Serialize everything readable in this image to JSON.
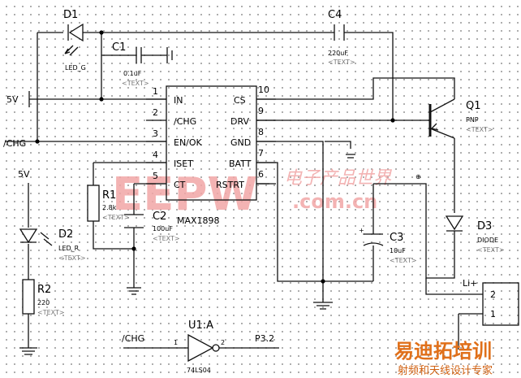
{
  "components": {
    "d1": {
      "ref": "D1",
      "value": "LED_G",
      "text": "<TEXT>"
    },
    "c4": {
      "ref": "C4",
      "value": "220uF",
      "text": "<TEXT>"
    },
    "c1": {
      "ref": "C1",
      "value": "0.1uF",
      "text": "<TEXT>"
    },
    "q1": {
      "ref": "Q1",
      "value": "PNP",
      "text": "<TEXT>"
    },
    "r1": {
      "ref": "R1",
      "value": "2.8k",
      "text": "<TEXT>"
    },
    "c2": {
      "ref": "C2",
      "value": "100uF",
      "text": "<TEXT>"
    },
    "d2": {
      "ref": "D2",
      "value": "LED_R",
      "text": "<TEXT>"
    },
    "r2": {
      "ref": "R2",
      "value": "220",
      "text": "<TEXT>"
    },
    "c3": {
      "ref": "C3",
      "value": "10uF",
      "text": "<TEXT>"
    },
    "d3": {
      "ref": "D3",
      "value": "DIODE",
      "text": "<TEXT>"
    },
    "u1a": {
      "ref": "U1:A",
      "value": "74LS04",
      "pin_in": "1",
      "pin_out": "2"
    },
    "ic": {
      "name": "MAX1898",
      "left_pins": [
        {
          "num": "1",
          "name": "IN"
        },
        {
          "num": "2",
          "name": "/CHG"
        },
        {
          "num": "3",
          "name": "EN/OK"
        },
        {
          "num": "4",
          "name": "ISET"
        },
        {
          "num": "5",
          "name": "CT"
        }
      ],
      "right_pins": [
        {
          "num": "10",
          "name": "CS"
        },
        {
          "num": "9",
          "name": "DRV"
        },
        {
          "num": "8",
          "name": "GND"
        },
        {
          "num": "7",
          "name": "BATT"
        },
        {
          "num": "6",
          "name": "RSTRT"
        }
      ]
    },
    "connector": {
      "title": "Li+",
      "pins": [
        "2",
        "1"
      ]
    }
  },
  "nets": {
    "v5_top": "5V",
    "chg": "/CHG",
    "v5_led": "5V",
    "chg_inv": "/CHG",
    "p32": "P3.2"
  },
  "watermarks": {
    "main": "EEPW",
    "cn": "电子产品世界",
    "dotcom": ".com.cn",
    "corner_cn": "易迪拓培训",
    "corner_sub": "射频和天线设计专家"
  }
}
